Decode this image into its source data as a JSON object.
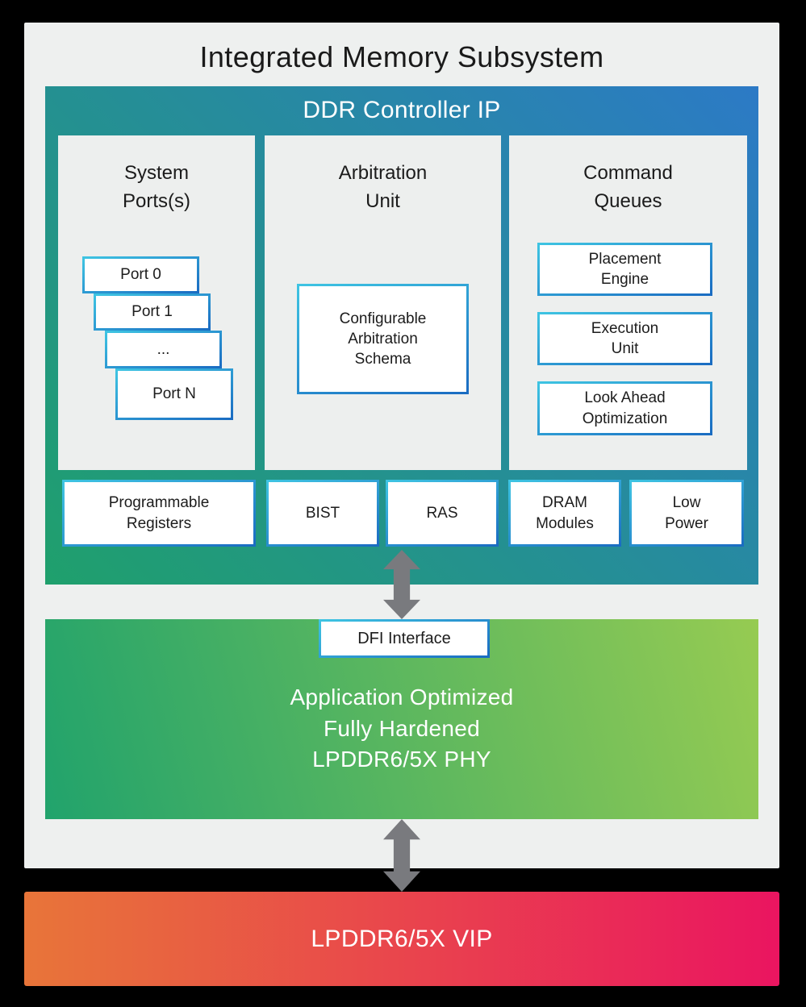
{
  "title": "Integrated Memory Subsystem",
  "ddr": {
    "title": "DDR Controller IP",
    "system_ports": {
      "title_line1": "System",
      "title_line2": "Ports(s)",
      "ports": [
        "Port 0",
        "Port 1",
        "...",
        "Port N"
      ]
    },
    "arbitration": {
      "title_line1": "Arbitration",
      "title_line2": "Unit",
      "box_line1": "Configurable",
      "box_line2": "Arbitration",
      "box_line3": "Schema"
    },
    "command_queues": {
      "title_line1": "Command",
      "title_line2": "Queues",
      "boxes": [
        {
          "line1": "Placement",
          "line2": "Engine"
        },
        {
          "line1": "Execution",
          "line2": "Unit"
        },
        {
          "line1": "Look Ahead",
          "line2": "Optimization"
        }
      ]
    },
    "bottom_row": [
      {
        "line1": "Programmable",
        "line2": "Registers"
      },
      {
        "line1": "BIST",
        "line2": ""
      },
      {
        "line1": "RAS",
        "line2": ""
      },
      {
        "line1": "DRAM",
        "line2": "Modules"
      },
      {
        "line1": "Low",
        "line2": "Power"
      }
    ]
  },
  "phy": {
    "dfi_label": "DFI Interface",
    "line1": "Application Optimized",
    "line2": "Fully Hardened",
    "line3": "LPDDR6/5X PHY"
  },
  "vip": {
    "label": "LPDDR6/5X VIP"
  },
  "colors": {
    "ddr_gradient_start": "#1FA06C",
    "ddr_gradient_end": "#2C7AC6",
    "phy_gradient_start": "#21A36C",
    "phy_gradient_end": "#96CB52",
    "vip_gradient_start": "#E87539",
    "vip_gradient_end": "#EA1560",
    "box_border_start": "#3EC4E2",
    "box_border_end": "#1A6CC2",
    "arrow_gray": "#797A7E",
    "panel_gray": "#EDEFEE"
  }
}
